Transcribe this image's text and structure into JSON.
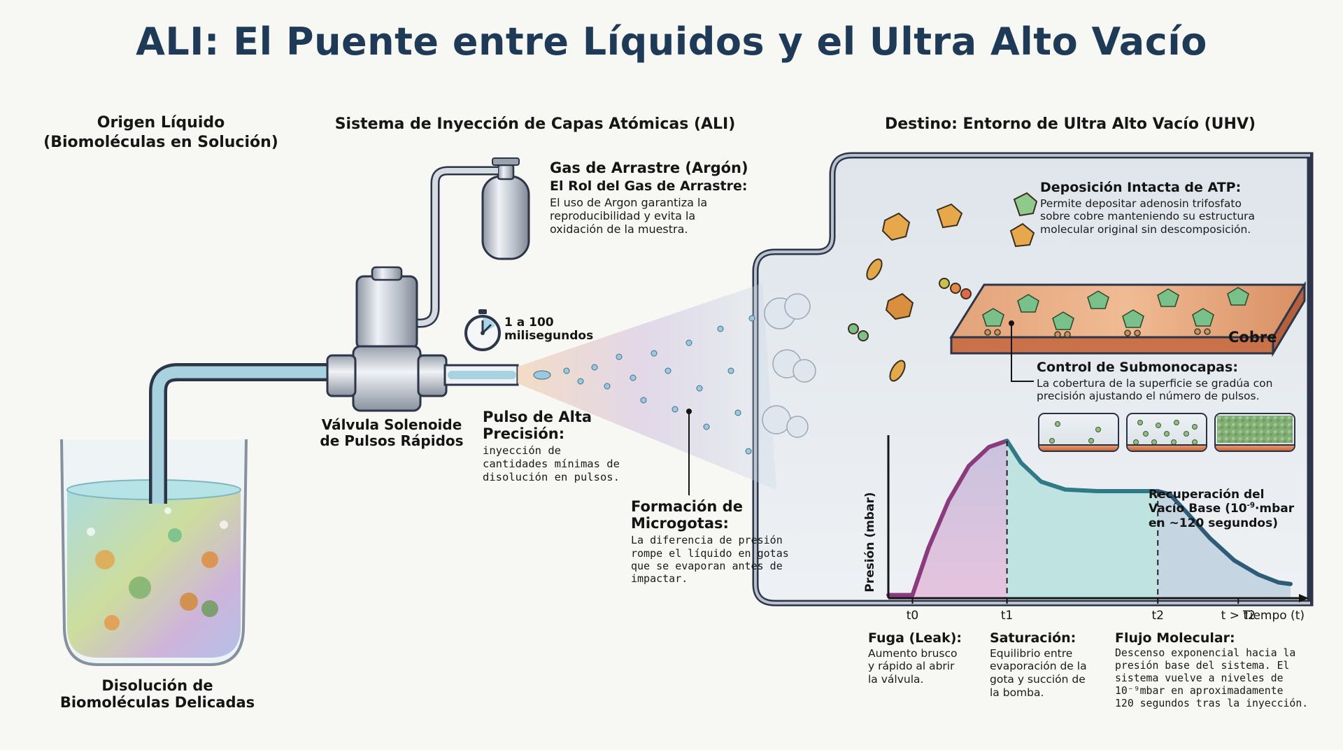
{
  "title": "ALI: El Puente entre Líquidos y el Ultra Alto Vacío",
  "sections": {
    "origin": {
      "heading_line1": "Origen Líquido",
      "heading_line2": "(Biomoléculas en Solución)",
      "caption_line1": "Disolución de",
      "caption_line2": "Biomoléculas Delicadas"
    },
    "system": {
      "heading": "Sistema de Inyección de Capas Atómicas (ALI)",
      "gas": {
        "label": "Gas de Arrastre (Argón)",
        "role_title": "El Rol del Gas de Arrastre:",
        "role_lines": [
          "El uso de Argon garantiza la",
          "reproducibilidad y evita la",
          "oxidación de la muestra."
        ]
      },
      "timer": {
        "icon": "stopwatch-icon",
        "line1": "1 a 100",
        "line2": "milisegundos"
      },
      "valve": {
        "line1": "Válvula Solenoide",
        "line2": "de Pulsos Rápidos"
      },
      "pulse": {
        "title_line1": "Pulso de Alta",
        "title_line2": "Precisión:",
        "body_lines": [
          "inyección de",
          "cantidades mínimas de",
          "disolución en pulsos."
        ]
      },
      "droplets": {
        "title_line1": "Formación de",
        "title_line2": "Microgotas:",
        "body_lines": [
          "La diferencia de presión",
          "rompe el líquido en gotas",
          "que se evaporan antes de",
          "impactar."
        ]
      }
    },
    "destination": {
      "heading": "Destino: Entorno de Ultra Alto Vacío (UHV)",
      "atp": {
        "title": "Deposición Intacta de ATP:",
        "body_lines": [
          "Permite depositar adenosin trifosfato",
          "sobre cobre manteniendo su estructura",
          "molecular original sin descomposición."
        ]
      },
      "substrate_label": "Cobre",
      "submonolayer": {
        "title": "Control de Submonocapas:",
        "body_lines": [
          "La cobertura de la superficie se gradúa con",
          "precisión ajustando el número de pulsos."
        ],
        "coverage_levels": [
          "low",
          "medium",
          "full"
        ]
      },
      "recovery": {
        "line1": "Recuperación del",
        "line2_pre": "Vacío Base (10",
        "line2_sup": "-9",
        "line2_post": "·mbar",
        "line3": "en ~120 segundos)"
      }
    }
  },
  "phases": [
    {
      "title": "Fuga (Leak):",
      "body_lines": [
        "Aumento brusco",
        "y rápido al abrir",
        "la válvula."
      ]
    },
    {
      "title": "Saturación:",
      "body_lines": [
        "Equilibrio entre",
        "evaporación de la",
        "gota y succión de",
        "la bomba."
      ]
    },
    {
      "title": "Flujo Molecular:",
      "body_lines": [
        "Descenso exponencial hacia la",
        "presión base del sistema. El",
        "sistema vuelve a niveles de",
        "10⁻⁹mbar en aproximadamente",
        "120 segundos tras la inyección."
      ]
    }
  ],
  "colors": {
    "title": "#1e3a56",
    "rise_stroke": "#8b3a7e",
    "plateau_stroke": "#2f7a86",
    "decay_stroke": "#2e5c78",
    "copper": "#d9895c",
    "molecule_green": "#7fc08a",
    "molecule_orange": "#e0a548"
  },
  "chart_data": {
    "type": "area",
    "title": "",
    "xlabel": "Tiempo (t)",
    "ylabel": "Presión (mbar)",
    "note": "Qualitative schematic: the y-axis carries no numeric scale. Values are normalized relative levels (0 = base vacuum, 1 = peak) estimated from the drawn curve shape, not measured pressures.",
    "x_ticks": [
      "t0",
      "t1",
      "t2",
      "t > t2"
    ],
    "y_scale": "unlabeled (relative)",
    "ylim": [
      0,
      1
    ],
    "grid": false,
    "markers": [
      {
        "at": "t1",
        "style": "dashed-vertical"
      },
      {
        "at": "t2",
        "style": "dashed-vertical"
      }
    ],
    "segments": [
      {
        "name": "Fuga (Leak)",
        "from": "t0",
        "to": "t1",
        "trend": "sharp rise"
      },
      {
        "name": "Saturación",
        "from": "t1",
        "to": "t2",
        "trend": "decay to plateau"
      },
      {
        "name": "Flujo Molecular",
        "from": "t2",
        "to": "end",
        "trend": "exponential decay"
      }
    ],
    "x": [
      0.0,
      0.06,
      0.1,
      0.15,
      0.2,
      0.25,
      0.295,
      0.33,
      0.38,
      0.44,
      0.52,
      0.6,
      0.67,
      0.7,
      0.74,
      0.8,
      0.86,
      0.92,
      0.97,
      1.0
    ],
    "y": [
      0.02,
      0.02,
      0.32,
      0.62,
      0.84,
      0.96,
      1.0,
      0.86,
      0.74,
      0.69,
      0.68,
      0.68,
      0.68,
      0.66,
      0.55,
      0.38,
      0.24,
      0.15,
      0.1,
      0.09
    ],
    "tick_x": [
      0.06,
      0.295,
      0.67,
      0.87
    ]
  }
}
